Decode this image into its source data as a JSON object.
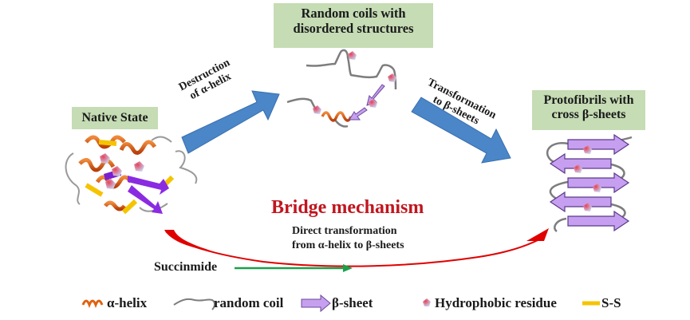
{
  "stages": {
    "native": {
      "label": "Native State"
    },
    "random": {
      "label_line1": "Random coils with",
      "label_line2": "disordered structures"
    },
    "protofibrils": {
      "label_line1": "Protofibrils with",
      "label_line2": "cross β-sheets"
    }
  },
  "transitions": {
    "destruction": {
      "line1": "Destruction",
      "line2": "of α-helix"
    },
    "transformation": {
      "line1": "Transformation",
      "line2": "to β-sheets"
    },
    "bridge": {
      "title": "Bridge mechanism",
      "desc_line1": "Direct transformation",
      "desc_line2": "from α-helix to β-sheets"
    },
    "succinimide": {
      "label": "Succinmide"
    }
  },
  "legend": [
    {
      "icon": "alpha-helix-icon",
      "label": "α-helix"
    },
    {
      "icon": "random-coil-icon",
      "label": "random coil"
    },
    {
      "icon": "beta-sheet-icon",
      "label": "β-sheet"
    },
    {
      "icon": "hydrophobic-residue-icon",
      "label": "Hydrophobic residue"
    },
    {
      "icon": "disulfide-bond-icon",
      "label": "S-S"
    }
  ],
  "colors": {
    "label_bg": "#c5dcb4",
    "arrow_blue": "#4a86c8",
    "helix_orange": "#e0600f",
    "sheet_purple": "#c79ff0",
    "sheet_purple_dark": "#8a2be2",
    "residue_pink": "#e0405a",
    "disulfide_yellow": "#f5c400",
    "bridge_red": "#e00000",
    "succinimide_green": "#1aa04a",
    "bridge_title": "#c0161e"
  }
}
